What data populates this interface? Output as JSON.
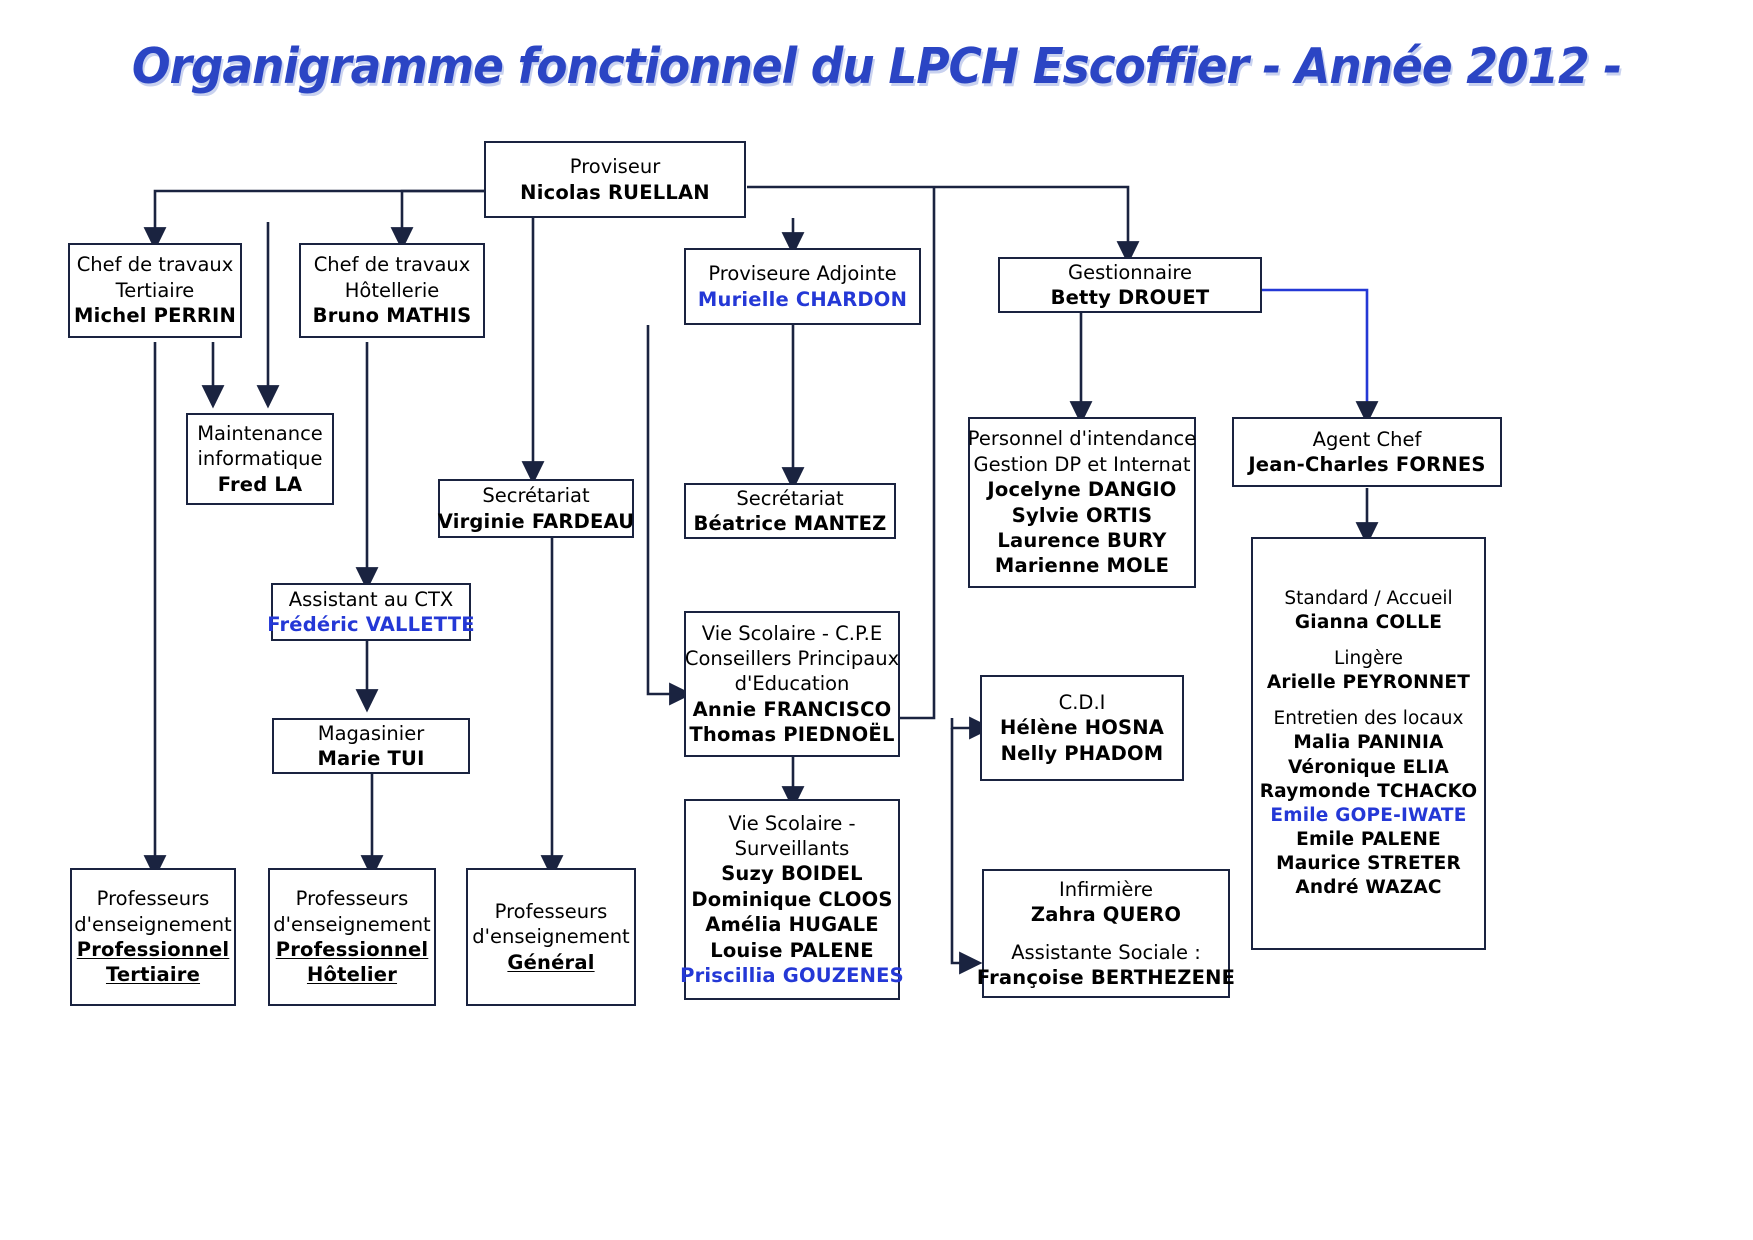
{
  "title": "Organigramme fonctionnel du LPCH Escoffier - Année 2012 -",
  "colors": {
    "title_blue": "#2b45c4",
    "name_blue": "#2438d6",
    "line": "#1a2340"
  },
  "nodes": {
    "proviseur": {
      "role": "Proviseur",
      "name": "Nicolas RUELLAN"
    },
    "ct_tertiaire": {
      "role1": "Chef de travaux",
      "role2": "Tertiaire",
      "name": "Michel PERRIN"
    },
    "ct_hotellerie": {
      "role1": "Chef de travaux",
      "role2": "Hôtellerie",
      "name": "Bruno MATHIS"
    },
    "proviseure_adj": {
      "role": "Proviseure Adjointe",
      "name": "Murielle CHARDON"
    },
    "gestionnaire": {
      "role": "Gestionnaire",
      "name": "Betty DROUET"
    },
    "maintenance": {
      "role1": "Maintenance",
      "role2": "informatique",
      "name": "Fred LA"
    },
    "secretariat_ct": {
      "role": "Secrétariat",
      "name": "Virginie FARDEAU"
    },
    "secretariat_pa": {
      "role": "Secrétariat",
      "name": "Béatrice MANTEZ"
    },
    "intendance": {
      "role1": "Personnel d'intendance",
      "role2": "Gestion DP et Internat",
      "names": [
        "Jocelyne DANGIO",
        "Sylvie ORTIS",
        "Laurence BURY",
        "Marienne MOLE"
      ]
    },
    "agent_chef": {
      "role": "Agent Chef",
      "name": "Jean-Charles FORNES"
    },
    "assistant_ctx": {
      "role": "Assistant au CTX",
      "name": "Frédéric VALLETTE"
    },
    "magasinier": {
      "role": "Magasinier",
      "name": "Marie TUI"
    },
    "cpe": {
      "role1": "Vie Scolaire - C.P.E",
      "role2": "Conseillers Principaux",
      "role3": "d'Education",
      "names": [
        "Annie FRANCISCO",
        "Thomas PIEDNOËL"
      ]
    },
    "cdi": {
      "role": "C.D.I",
      "names": [
        "Hélène HOSNA",
        "Nelly PHADOM"
      ]
    },
    "surveillants": {
      "role1": "Vie Scolaire -",
      "role2": "Surveillants",
      "names": [
        "Suzy  BOIDEL",
        "Dominique CLOOS",
        "Amélia HUGALE",
        "Louise PALENE"
      ],
      "name_blue": "Priscillia GOUZENES"
    },
    "sante": {
      "role1": "Infirmière",
      "name1": "Zahra QUERO",
      "role2": "Assistante Sociale :",
      "name2": "Françoise BERTHEZENE"
    },
    "service_general": {
      "role1": "Standard / Accueil",
      "name1": "Gianna COLLE",
      "role2": "Lingère",
      "name2": "Arielle PEYRONNET",
      "role3": "Entretien des locaux",
      "names": [
        "Malia PANINIA",
        "Véronique ELIA",
        "Raymonde TCHACKO"
      ],
      "name_blue": "Emile GOPE-IWATE",
      "names2": [
        "Emile PALENE",
        "Maurice STRETER",
        "André WAZAC"
      ]
    },
    "prof_tertiaire": {
      "l1": "Professeurs",
      "l2": "d'enseignement",
      "l3": "Professionnel",
      "l4": "Tertiaire"
    },
    "prof_hotelier": {
      "l1": "Professeurs",
      "l2": "d'enseignement",
      "l3": "Professionnel",
      "l4": "Hôtelier"
    },
    "prof_general": {
      "l1": "Professeurs",
      "l2": "d'enseignement",
      "l3": "Général"
    }
  }
}
